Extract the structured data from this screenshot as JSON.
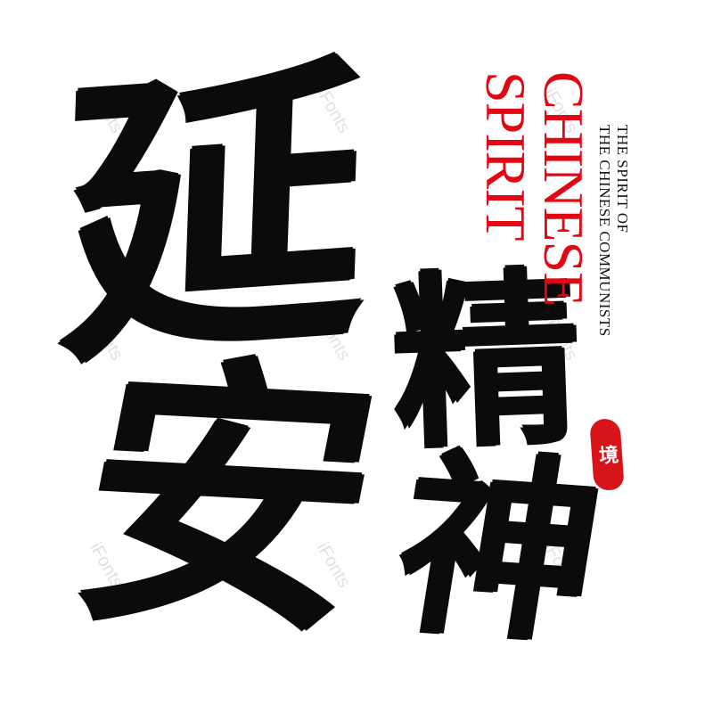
{
  "artwork": {
    "calligraphy": {
      "yan": "延",
      "an": "安",
      "jing": "精",
      "shen": "神"
    },
    "english": {
      "chinese": "CHINESE",
      "spirit": "SPIRIT",
      "subtitle_line1": "THE SPIRIT OF",
      "subtitle_line2": "THE CHINESE COMMUNISTS"
    },
    "seal_char": "境",
    "watermark_text": "iFonts",
    "colors": {
      "ink": "#0b0b0b",
      "accent_red": "#e30613",
      "seal_red": "#d7141a",
      "background": "#ffffff"
    }
  }
}
